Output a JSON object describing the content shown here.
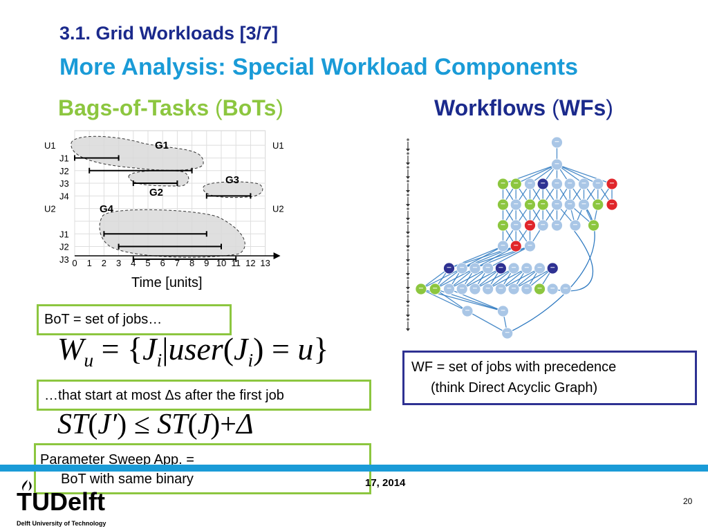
{
  "slide": {
    "title_line1": "3.1. Grid Workloads [3/7]",
    "title_line2": "More Analysis: Special Workload Components",
    "bots_heading": {
      "main": "Bags-of-Tasks",
      "open": " (",
      "abbr": "BoTs",
      "close": ")"
    },
    "wfs_heading": {
      "main": "Workflows",
      "open": " (",
      "abbr": "WFs",
      "close": ")"
    },
    "time_axis_label": "Time [units]",
    "bot_box": "BoT = set of jobs…",
    "start_box": "…that start at most Δs after the first job",
    "psa_box": {
      "line1": "Parameter Sweep App. =",
      "line2": "BoT with same binary"
    },
    "wf_box": {
      "line1": "WF = set of jobs with precedence",
      "line2": "(think Direct Acyclic Graph)"
    },
    "formula1": {
      "W": "W",
      "u": "u",
      "eq": " = {",
      "J": "J",
      "i": "i",
      "bar": "|",
      "user": "user",
      "paren_open": "(",
      "J2": "J",
      "i2": "i",
      "paren_close": ")",
      "eq2": " = ",
      "u2": "u",
      "close": "}"
    },
    "formula2": {
      "text1": "ST",
      "paren1": "(",
      "J1": "J′",
      "paren2": ") ",
      "le": "≤",
      "text2": " ST",
      "paren3": "(",
      "J2": "J",
      "paren4": ")",
      "plus": "+",
      "delta": "Δ"
    },
    "footer_date": "17, 2014",
    "logo_text": "TUDelft",
    "university": "Delft University of Technology",
    "page_number": "20"
  },
  "colors": {
    "title_dark": "#1b2a8c",
    "title_light": "#1a9bd7",
    "green": "#8cc63f",
    "navy": "#2e3192"
  },
  "gantt": {
    "x_ticks": [
      "0",
      "1",
      "2",
      "3",
      "4",
      "5",
      "6",
      "7",
      "8",
      "9",
      "10",
      "11",
      "12",
      "13"
    ],
    "rows": [
      "U1",
      "J1",
      "J2",
      "J3",
      "J4",
      "U2",
      "",
      "J1",
      "J2",
      "J3"
    ],
    "right_labels": [
      "U1",
      "U2"
    ],
    "groups": [
      "G1",
      "G2",
      "G3",
      "G4"
    ],
    "jobs": [
      {
        "row": 1,
        "start": 0,
        "end": 3
      },
      {
        "row": 2,
        "start": 1,
        "end": 8
      },
      {
        "row": 3,
        "start": 4,
        "end": 7
      },
      {
        "row": 4,
        "start": 9,
        "end": 12
      },
      {
        "row": 7,
        "start": 2,
        "end": 9
      },
      {
        "row": 8,
        "start": 3,
        "end": 10
      },
      {
        "row": 9,
        "start": 4,
        "end": 11
      }
    ]
  },
  "dag": {
    "node_colors": {
      "light": "#a9c6e6",
      "green": "#8cc63f",
      "gray": "#8a8a8a",
      "navy": "#2e3192",
      "red": "#e0262b",
      "edge": "#2c78c0"
    }
  }
}
